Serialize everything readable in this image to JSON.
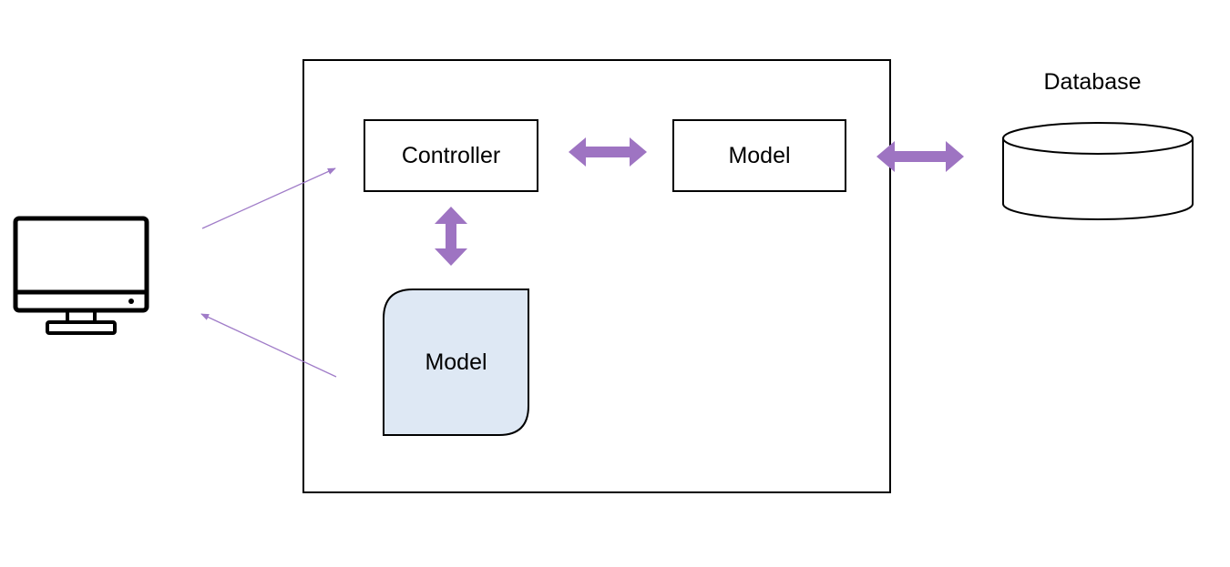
{
  "diagram": {
    "controller": {
      "label": "Controller"
    },
    "model_top": {
      "label": "Model"
    },
    "model_view": {
      "label": "Model"
    },
    "database": {
      "label": "Database"
    }
  },
  "colors": {
    "stroke": "#000000",
    "arrow": "#9E74C2",
    "thin_arrow": "#A07CC8",
    "view_fill": "#DEE8F4",
    "background": "#FFFFFF"
  },
  "icons": {
    "client": "monitor-icon",
    "database": "database-cylinder-icon"
  }
}
